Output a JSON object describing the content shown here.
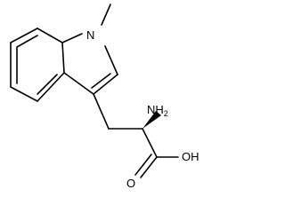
{
  "molecule": {
    "atoms": {
      "n_indole": "N",
      "amine": "NH2",
      "carbonyl_o": "O",
      "hydroxyl": "OH"
    }
  }
}
